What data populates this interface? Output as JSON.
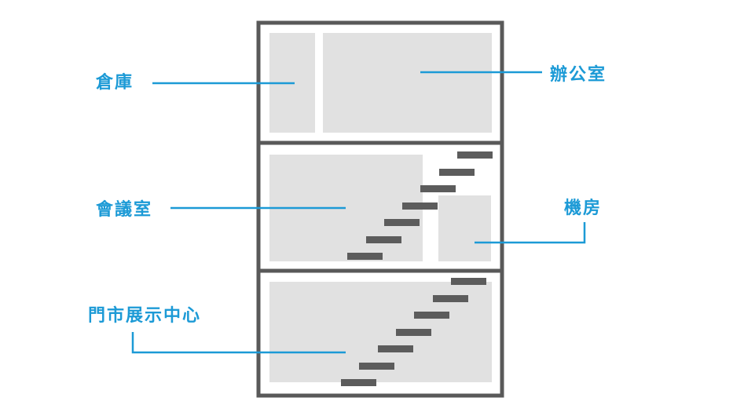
{
  "floor_plan": {
    "colors": {
      "wall": "#595959",
      "room_fill": "#e1e1e1",
      "stairs": "#5c5c5c",
      "leader_line": "#1c9ad6",
      "label_text": "#1c9ad6"
    },
    "floors": [
      {
        "rooms": [
          "warehouse",
          "office"
        ]
      },
      {
        "rooms": [
          "meeting-room",
          "server-room",
          "stairs"
        ]
      },
      {
        "rooms": [
          "showroom",
          "stairs"
        ]
      }
    ],
    "labels": {
      "warehouse": "倉庫",
      "office": "辦公室",
      "meeting_room": "會議室",
      "server_room": "機房",
      "showroom": "門市展示中心"
    }
  }
}
